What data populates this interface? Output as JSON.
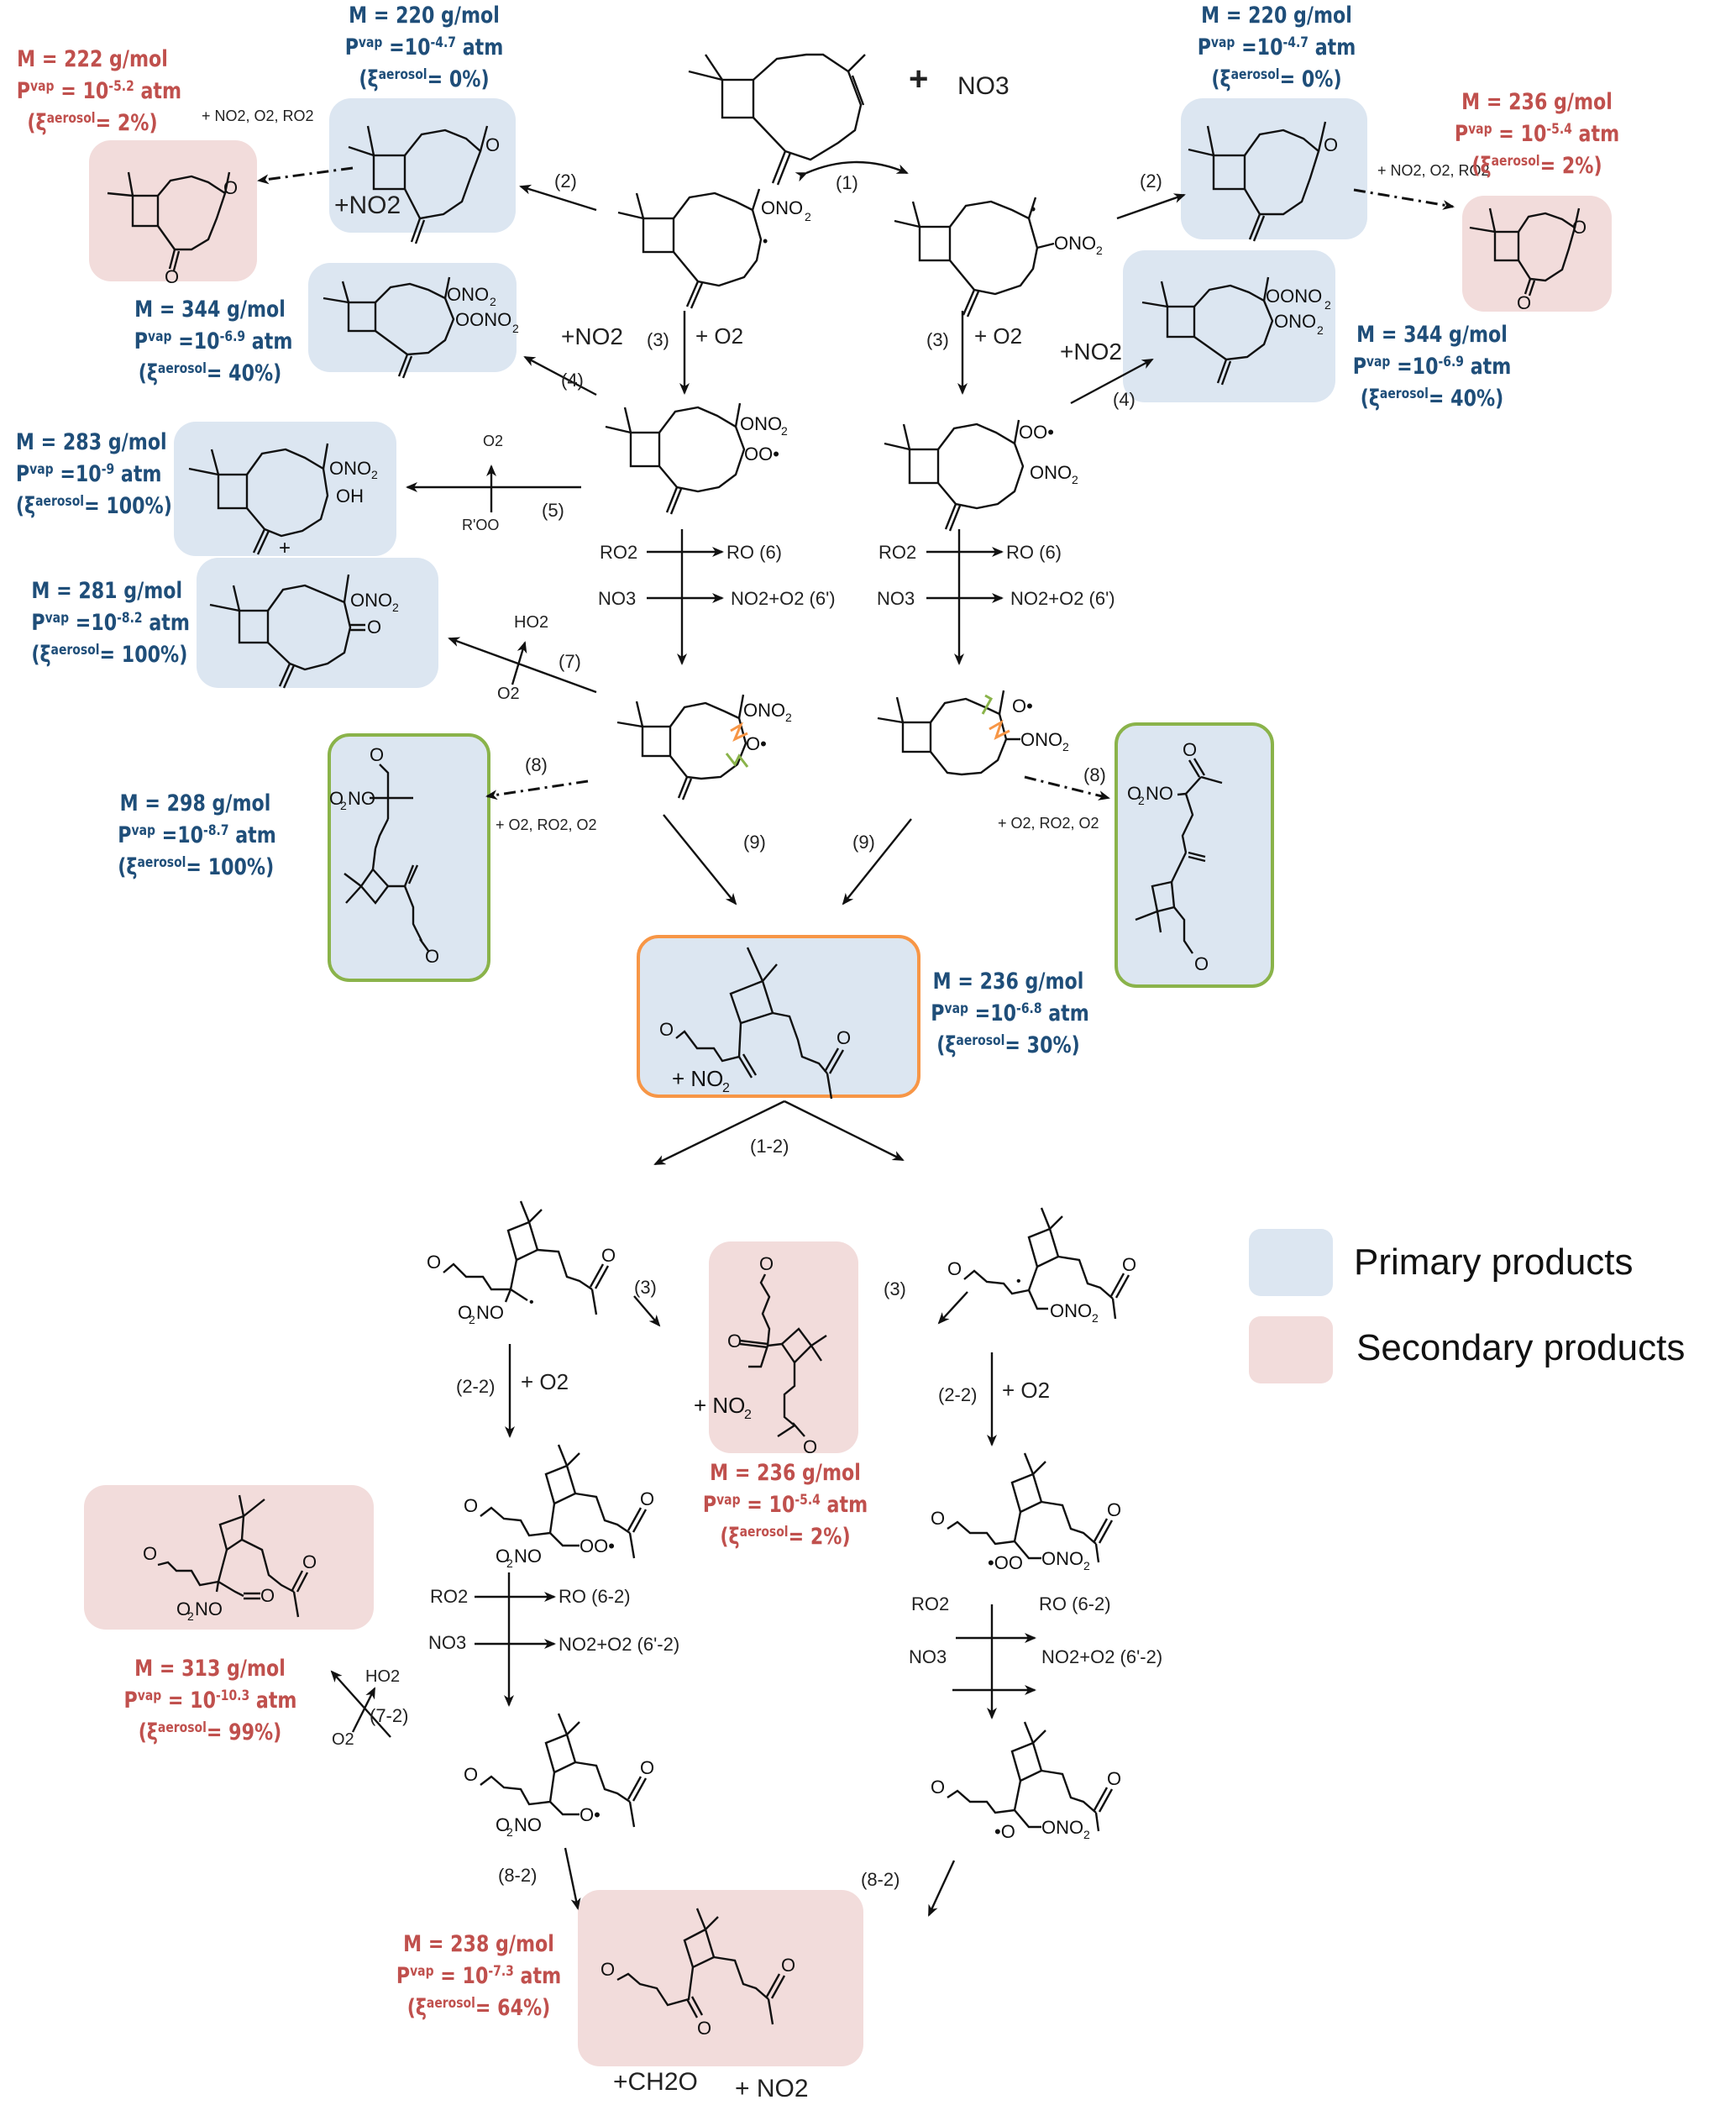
{
  "reactants": {
    "plus": "+",
    "oxidant": "NO3"
  },
  "step_labels": {
    "s1": "(1)",
    "s2_left": "(2)",
    "s2_right": "(2)",
    "s3_left": "(3)",
    "s3_right": "(3)",
    "o2_left": "+ O2",
    "o2_right": "+ O2",
    "s4_left": "(4)",
    "s4_right": "(4)",
    "no2_left": "+NO2",
    "no2_right": "+NO2",
    "s5": "(5)",
    "s5_o2": "O2",
    "s5_rprime": "R'OO",
    "s6_left_ro2": "RO2",
    "s6_left_ro": "RO (6)",
    "s6_left_no3": "NO3",
    "s6_left_prod": "NO2+O2 (6')",
    "s6_right_ro2": "RO2",
    "s6_right_ro": "RO (6)",
    "s6_right_no3": "NO3",
    "s6_right_prod": "NO2+O2 (6')",
    "s7": "(7)",
    "s7_ho2": "HO2",
    "s7_o2": "O2",
    "s8_left": "(8)",
    "s8_left_reagents": "+ O2, RO2, O2",
    "s8_right": "(8)",
    "s8_right_reagents": "+ O2, RO2, O2",
    "s9_left": "(9)",
    "s9_right": "(9)",
    "s12": "(1-2)",
    "s3b_left": "(3)",
    "s3b_right": "(3)",
    "s22_left": "(2-2)",
    "s22_right": "(2-2)",
    "o2b_left": "+ O2",
    "o2b_right": "+ O2",
    "s62_left_ro2": "RO2",
    "s62_left_ro": "RO (6-2)",
    "s62_left_no3": "NO3",
    "s62_left_prod": "NO2+O2 (6'-2)",
    "s62_right_ro2": "RO2",
    "s62_right_ro": "RO (6-2)",
    "s62_right_no3": "NO3",
    "s62_right_prod": "NO2+O2 (6'-2)",
    "s72": "(7-2)",
    "s72_ho2": "HO2",
    "s72_o2": "O2",
    "s82_left": "(8-2)",
    "s82_right": "(8-2)",
    "upper_left_reagents": "+ NO2, O2, RO2",
    "upper_right_reagents": "+ NO2, O2, RO2"
  },
  "products": [
    {
      "id": "epoxide-left",
      "type": "primary",
      "M": "M = 220 g/mol",
      "pvap_base": "Pvap =10",
      "pvap_exp": "-4.7",
      "xi": "= 0%",
      "coproduct": "+NO2"
    },
    {
      "id": "epoxide-right",
      "type": "primary",
      "M": "M = 220 g/mol",
      "pvap_base": "Pvap =10",
      "pvap_exp": "-4.7",
      "xi": "= 0%"
    },
    {
      "id": "keto-epoxide-left",
      "type": "secondary",
      "M": "M = 222 g/mol",
      "pvap_base": "Pvap = 10",
      "pvap_exp": "-5.2",
      "xi": "= 2%"
    },
    {
      "id": "keto-epoxide-right",
      "type": "secondary",
      "M": "M = 236 g/mol",
      "pvap_base": "Pvap = 10",
      "pvap_exp": "-5.4",
      "xi": "= 2%"
    },
    {
      "id": "pan-left",
      "type": "primary",
      "M": "M = 344 g/mol",
      "pvap_base": "Pvap =10",
      "pvap_exp": "-6.9",
      "xi": "= 40%"
    },
    {
      "id": "pan-right",
      "type": "primary",
      "M": "M = 344 g/mol",
      "pvap_base": "Pvap =10",
      "pvap_exp": "-6.9",
      "xi": "= 40%"
    },
    {
      "id": "hydroxy-nitrate",
      "type": "primary",
      "M": "M = 283 g/mol",
      "pvap_base": "Pvap =10",
      "pvap_exp": "-9",
      "xi": "= 100%",
      "coproduct": "+"
    },
    {
      "id": "carbonyl-nitrate",
      "type": "primary",
      "M": "M = 281 g/mol",
      "pvap_base": "Pvap =10",
      "pvap_exp": "-8.2",
      "xi": "= 100%"
    },
    {
      "id": "dialdehyde-nitrate",
      "type": "primary",
      "M": "M = 298 g/mol",
      "pvap_base": "Pvap =10",
      "pvap_exp": "-8.7",
      "xi": "= 100%"
    },
    {
      "id": "keto-nitrate-right",
      "type": "primary"
    },
    {
      "id": "ketoaldehyde",
      "type": "primary",
      "M": "M = 236 g/mol",
      "pvap_base": "Pvap =10",
      "pvap_exp": "-6.8",
      "xi": "= 30%",
      "coproduct": "+ NO2"
    },
    {
      "id": "second-gen-epoxide",
      "type": "secondary",
      "M": "M = 236 g/mol",
      "pvap_base": "Pvap = 10",
      "pvap_exp": "-5.4",
      "xi": "= 2%",
      "coproduct": "+ NO2"
    },
    {
      "id": "second-gen-nitrate",
      "type": "secondary",
      "M": "M = 313 g/mol",
      "pvap_base": "Pvap = 10",
      "pvap_exp": "-10.3",
      "xi": "= 99%"
    },
    {
      "id": "second-gen-triketone",
      "type": "secondary",
      "M": "M = 238 g/mol",
      "pvap_base": "Pvap = 10",
      "pvap_exp": "-7.3",
      "xi": "= 64%",
      "coproduct_1": "+CH2O",
      "coproduct_2": "+ NO2"
    }
  ],
  "xi_prefix": "(ξ",
  "xi_sup": "aerosol",
  "pvap_sup": "vap",
  "atm": "atm",
  "legend": [
    {
      "label": "Primary products",
      "color": "#dce6f1"
    },
    {
      "label": "Secondary products",
      "color": "#f2dcdb"
    }
  ],
  "colors": {
    "primary_text": "#1f4e79",
    "secondary_text": "#c0504d",
    "primary_fill": "#dce6f1",
    "secondary_fill": "#f2dcdb",
    "highlight_green": "#8ab34a",
    "highlight_orange": "#f79646"
  },
  "atoms": {
    "ono2": "ONO2",
    "oono2": "OONO2",
    "oh": "OH",
    "o": "O",
    "oo_rad": "OO•",
    "o_rad": "O•",
    "o2no": "O2NO"
  }
}
